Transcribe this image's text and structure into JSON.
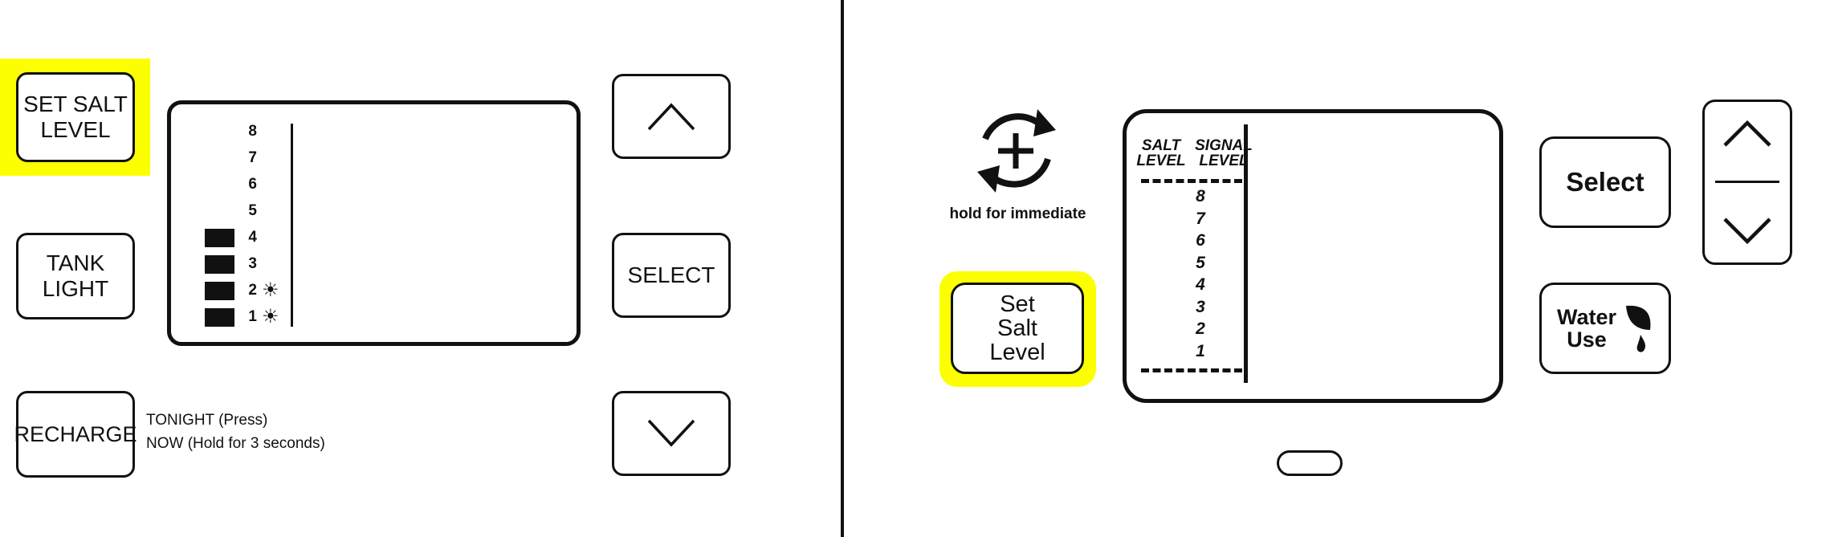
{
  "left_panel": {
    "set_salt_level_label": "SET SALT\nLEVEL",
    "tank_light_label": "TANK\nLIGHT",
    "recharge_label": "RECHARGE",
    "recharge_tonight": "TONIGHT (Press)",
    "recharge_now": "NOW (Hold for 3 seconds)",
    "select_label": "SELECT",
    "up_icon": "chevron-up-icon",
    "down_icon": "chevron-down-icon",
    "levels": [
      {
        "label": "8",
        "filled": false,
        "sun": false
      },
      {
        "label": "7",
        "filled": false,
        "sun": false
      },
      {
        "label": "6",
        "filled": false,
        "sun": false
      },
      {
        "label": "5",
        "filled": false,
        "sun": false
      },
      {
        "label": "4",
        "filled": true,
        "sun": false
      },
      {
        "label": "3",
        "filled": true,
        "sun": false
      },
      {
        "label": "2",
        "filled": true,
        "sun": true
      },
      {
        "label": "1",
        "filled": true,
        "sun": true
      }
    ]
  },
  "right_panel": {
    "recharge_icon": "recycle-plus-icon",
    "hold_text": "hold for immediate",
    "set_salt_level_label": "Set\nSalt\nLevel",
    "salt_header": "SALT\nLEVEL",
    "signal_header": "SIGNAL\nLEVEL",
    "levels": [
      "8",
      "7",
      "6",
      "5",
      "4",
      "3",
      "2",
      "1"
    ],
    "select_label": "Select",
    "water_use_label": "Water\nUse",
    "water_use_icon": "leaf-drop-icon",
    "up_icon": "chevron-up-icon",
    "down_icon": "chevron-down-icon"
  },
  "colors": {
    "highlight": "#fbff00",
    "outline": "#111111"
  }
}
